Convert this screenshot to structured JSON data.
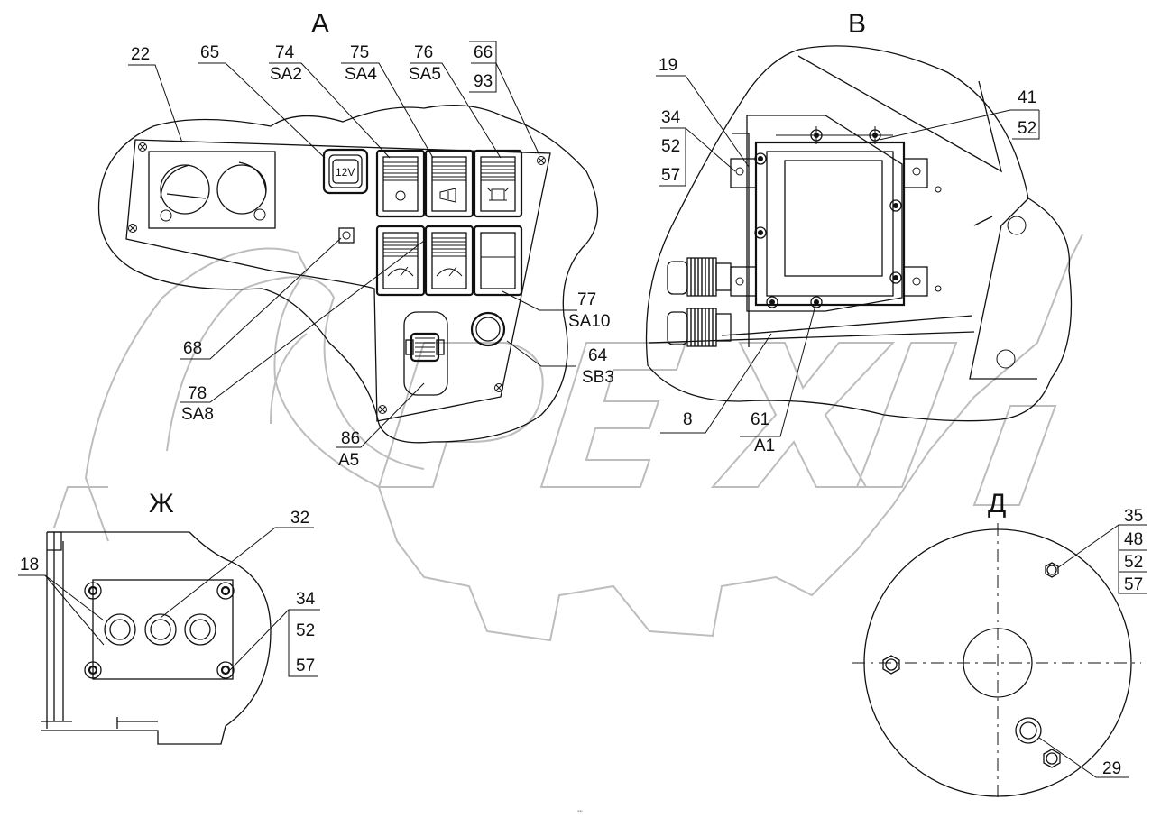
{
  "views": {
    "a": "А",
    "b": "В",
    "zh": "Ж",
    "d": "Д"
  },
  "watermark": "OPEX",
  "switch_12v": "12V",
  "labels": {
    "l22": "22",
    "l65": "65",
    "l74": "74",
    "l74s": "SA2",
    "l75": "75",
    "l75s": "SA4",
    "l76": "76",
    "l76s": "SA5",
    "l66": "66",
    "l93": "93",
    "l77": "77",
    "l77s": "SA10",
    "l64": "64",
    "l64s": "SB3",
    "l68": "68",
    "l78": "78",
    "l78s": "SA8",
    "l86": "86",
    "l86s": "A5",
    "l19": "19",
    "l34a": "34",
    "l52a": "52",
    "l57a": "57",
    "l41": "41",
    "l52b": "52",
    "l8": "8",
    "l61": "61",
    "l61s": "A1",
    "l18": "18",
    "l32": "32",
    "l34b": "34",
    "l52c": "52",
    "l57b": "57",
    "l35": "35",
    "l48": "48",
    "l52d": "52",
    "l57c": "57",
    "l29": "29"
  }
}
